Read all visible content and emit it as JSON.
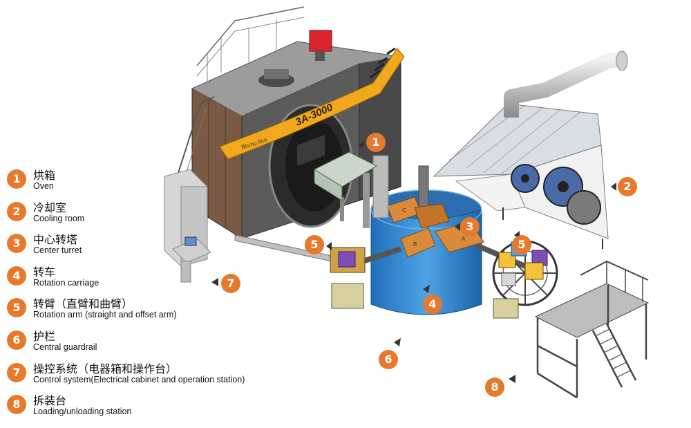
{
  "legend": [
    {
      "num": "1",
      "zh": "烘箱",
      "en": "Oven"
    },
    {
      "num": "2",
      "zh": "冷却室",
      "en": "Cooling room"
    },
    {
      "num": "3",
      "zh": "中心转塔",
      "en": "Center turret"
    },
    {
      "num": "4",
      "zh": "转车",
      "en": "Rotation carriage"
    },
    {
      "num": "5",
      "zh": "转臂（直臂和曲臂）",
      "en": "Rotation arm (straight and offset arm)"
    },
    {
      "num": "6",
      "zh": "护栏",
      "en": "Central guardrail"
    },
    {
      "num": "7",
      "zh": "操控系统（电器箱和操作台）",
      "en": "Control system(Electrical cabinet and operation station)"
    },
    {
      "num": "8",
      "zh": "拆装台",
      "en": "Loading/unloading station"
    }
  ],
  "machine": {
    "brand": "Rising Sun",
    "model": "3A-3000"
  },
  "callouts": [
    "1",
    "2",
    "3",
    "4",
    "5",
    "5",
    "6",
    "7",
    "8"
  ],
  "colors": {
    "accent": "#e8782a",
    "guard": "#3b8fd6",
    "arm": "#d98a3a",
    "beam": "#f2a81d",
    "frame": "#555555"
  }
}
